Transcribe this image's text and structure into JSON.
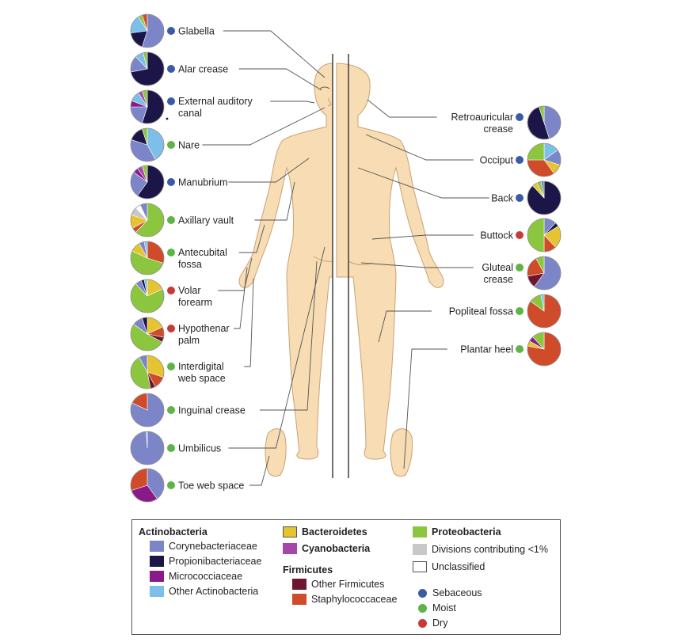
{
  "colors": {
    "corynebacteriaceae": "#7b85c8",
    "propionibacteriaceae": "#1c1547",
    "micrococciaceae": "#8a1a8a",
    "other_actinobacteria": "#7cbfe9",
    "bacteroidetes": "#e6c42f",
    "cyanobacteria": "#a447a8",
    "other_firmicutes": "#6e1530",
    "staphylococcaceae": "#cf4b2a",
    "proteobacteria": "#8cc63f",
    "minor_divisions": "#c8c8c8",
    "unclassified": "#ffffff",
    "sebaceous": "#3a5ba8",
    "moist": "#5db447",
    "dry": "#c73a3a",
    "body_fill": "#f7dcb4",
    "body_stroke": "#c9a274"
  },
  "sites_left": [
    {
      "label": [
        "Glabella"
      ],
      "type": "sebaceous",
      "pie": [
        [
          "corynebacteriaceae",
          0.55
        ],
        [
          "propionibacteriaceae",
          0.18
        ],
        [
          "other_actinobacteria",
          0.18
        ],
        [
          "proteobacteria",
          0.04
        ],
        [
          "staphylococcaceae",
          0.05
        ]
      ]
    },
    {
      "label": [
        "Alar crease"
      ],
      "type": "sebaceous",
      "pie": [
        [
          "propionibacteriaceae",
          0.72
        ],
        [
          "corynebacteriaceae",
          0.16
        ],
        [
          "other_actinobacteria",
          0.08
        ],
        [
          "proteobacteria",
          0.04
        ]
      ]
    },
    {
      "label": [
        "External auditory",
        "canal"
      ],
      "type": "sebaceous",
      "pie": [
        [
          "propionibacteriaceae",
          0.55
        ],
        [
          "corynebacteriaceae",
          0.2
        ],
        [
          "micrococciaceae",
          0.06
        ],
        [
          "other_actinobacteria",
          0.1
        ],
        [
          "cyanobacteria",
          0.04
        ],
        [
          "proteobacteria",
          0.05
        ]
      ]
    },
    {
      "label": [
        "Nare"
      ],
      "type": "moist",
      "pie": [
        [
          "other_actinobacteria",
          0.42
        ],
        [
          "corynebacteriaceae",
          0.38
        ],
        [
          "propionibacteriaceae",
          0.15
        ],
        [
          "proteobacteria",
          0.05
        ]
      ]
    },
    {
      "label": [
        "Manubrium"
      ],
      "type": "sebaceous",
      "pie": [
        [
          "propionibacteriaceae",
          0.6
        ],
        [
          "corynebacteriaceae",
          0.25
        ],
        [
          "micrococciaceae",
          0.05
        ],
        [
          "cyanobacteria",
          0.05
        ],
        [
          "proteobacteria",
          0.05
        ]
      ]
    },
    {
      "label": [
        "Axillary vault"
      ],
      "type": "moist",
      "pie": [
        [
          "proteobacteria",
          0.62
        ],
        [
          "staphylococcaceae",
          0.05
        ],
        [
          "bacteroidetes",
          0.13
        ],
        [
          "minor_divisions",
          0.08
        ],
        [
          "unclassified",
          0.05
        ],
        [
          "corynebacteriaceae",
          0.07
        ]
      ]
    },
    {
      "label": [
        "Antecubital",
        "fossa"
      ],
      "type": "moist",
      "pie": [
        [
          "staphylococcaceae",
          0.3
        ],
        [
          "proteobacteria",
          0.52
        ],
        [
          "bacteroidetes",
          0.1
        ],
        [
          "corynebacteriaceae",
          0.05
        ],
        [
          "other_actinobacteria",
          0.03
        ]
      ]
    },
    {
      "label": [
        "Volar",
        "forearm"
      ],
      "type": "dry",
      "pie": [
        [
          "bacteroidetes",
          0.18
        ],
        [
          "proteobacteria",
          0.7
        ],
        [
          "corynebacteriaceae",
          0.06
        ],
        [
          "propionibacteriaceae",
          0.03
        ],
        [
          "other_actinobacteria",
          0.03
        ]
      ]
    },
    {
      "label": [
        "Hypothenar",
        "palm"
      ],
      "type": "dry",
      "pie": [
        [
          "bacteroidetes",
          0.18
        ],
        [
          "staphylococcaceae",
          0.1
        ],
        [
          "other_firmicutes",
          0.05
        ],
        [
          "proteobacteria",
          0.52
        ],
        [
          "corynebacteriaceae",
          0.1
        ],
        [
          "propionibacteriaceae",
          0.05
        ]
      ]
    },
    {
      "label": [
        "Interdigital",
        "web space"
      ],
      "type": "moist",
      "pie": [
        [
          "bacteroidetes",
          0.3
        ],
        [
          "staphylococcaceae",
          0.12
        ],
        [
          "other_firmicutes",
          0.05
        ],
        [
          "proteobacteria",
          0.45
        ],
        [
          "corynebacteriaceae",
          0.08
        ]
      ]
    },
    {
      "label": [
        "Inguinal crease"
      ],
      "type": "moist",
      "pie": [
        [
          "corynebacteriaceae",
          0.82
        ],
        [
          "staphylococcaceae",
          0.18
        ]
      ]
    },
    {
      "label": [
        "Umbilicus"
      ],
      "type": "moist",
      "pie": [
        [
          "corynebacteriaceae",
          0.99
        ],
        [
          "other_actinobacteria",
          0.01
        ]
      ]
    },
    {
      "label": [
        "Toe web space"
      ],
      "type": "moist",
      "pie": [
        [
          "corynebacteriaceae",
          0.4
        ],
        [
          "micrococciaceae",
          0.3
        ],
        [
          "staphylococcaceae",
          0.3
        ]
      ]
    }
  ],
  "sites_right": [
    {
      "label": [
        "Retroauricular",
        "crease"
      ],
      "type": "sebaceous",
      "pie": [
        [
          "corynebacteriaceae",
          0.45
        ],
        [
          "propionibacteriaceae",
          0.5
        ],
        [
          "proteobacteria",
          0.05
        ]
      ]
    },
    {
      "label": [
        "Occiput"
      ],
      "type": "sebaceous",
      "pie": [
        [
          "other_actinobacteria",
          0.15
        ],
        [
          "corynebacteriaceae",
          0.15
        ],
        [
          "bacteroidetes",
          0.1
        ],
        [
          "staphylococcaceae",
          0.35
        ],
        [
          "proteobacteria",
          0.25
        ]
      ]
    },
    {
      "label": [
        "Back"
      ],
      "type": "sebaceous",
      "pie": [
        [
          "propionibacteriaceae",
          0.88
        ],
        [
          "bacteroidetes",
          0.05
        ],
        [
          "proteobacteria",
          0.04
        ],
        [
          "corynebacteriaceae",
          0.03
        ]
      ]
    },
    {
      "label": [
        "Buttock"
      ],
      "type": "dry",
      "pie": [
        [
          "corynebacteriaceae",
          0.12
        ],
        [
          "propionibacteriaceae",
          0.04
        ],
        [
          "bacteroidetes",
          0.22
        ],
        [
          "staphylococcaceae",
          0.12
        ],
        [
          "proteobacteria",
          0.5
        ]
      ]
    },
    {
      "label": [
        "Gluteal",
        "crease"
      ],
      "type": "moist",
      "pie": [
        [
          "corynebacteriaceae",
          0.6
        ],
        [
          "other_firmicutes",
          0.12
        ],
        [
          "staphylococcaceae",
          0.2
        ],
        [
          "proteobacteria",
          0.08
        ]
      ]
    },
    {
      "label": [
        "Popliteal fossa"
      ],
      "type": "moist",
      "pie": [
        [
          "staphylococcaceae",
          0.85
        ],
        [
          "proteobacteria",
          0.12
        ],
        [
          "other_actinobacteria",
          0.03
        ]
      ]
    },
    {
      "label": [
        "Plantar heel"
      ],
      "type": "moist",
      "pie": [
        [
          "staphylococcaceae",
          0.78
        ],
        [
          "bacteroidetes",
          0.05
        ],
        [
          "micrococciaceae",
          0.05
        ],
        [
          "proteobacteria",
          0.12
        ]
      ]
    }
  ],
  "legend": {
    "actinobacteria_head": "Actinobacteria",
    "corynebacteriaceae": "Corynebacteriaceae",
    "propionibacteriaceae": "Propionibacteriaceae",
    "micrococciaceae": "Micrococciaceae",
    "other_actinobacteria": "Other Actinobacteria",
    "bacteroidetes": "Bacteroidetes",
    "cyanobacteria": "Cyanobacteria",
    "firmicutes_head": "Firmicutes",
    "other_firmicutes": "Other Firmicutes",
    "staphylococcaceae": "Staphylococcaceae",
    "proteobacteria": "Proteobacteria",
    "minor_divisions": "Divisions contributing <1%",
    "unclassified": "Unclassified",
    "sebaceous": "Sebaceous",
    "moist": "Moist",
    "dry": "Dry"
  }
}
